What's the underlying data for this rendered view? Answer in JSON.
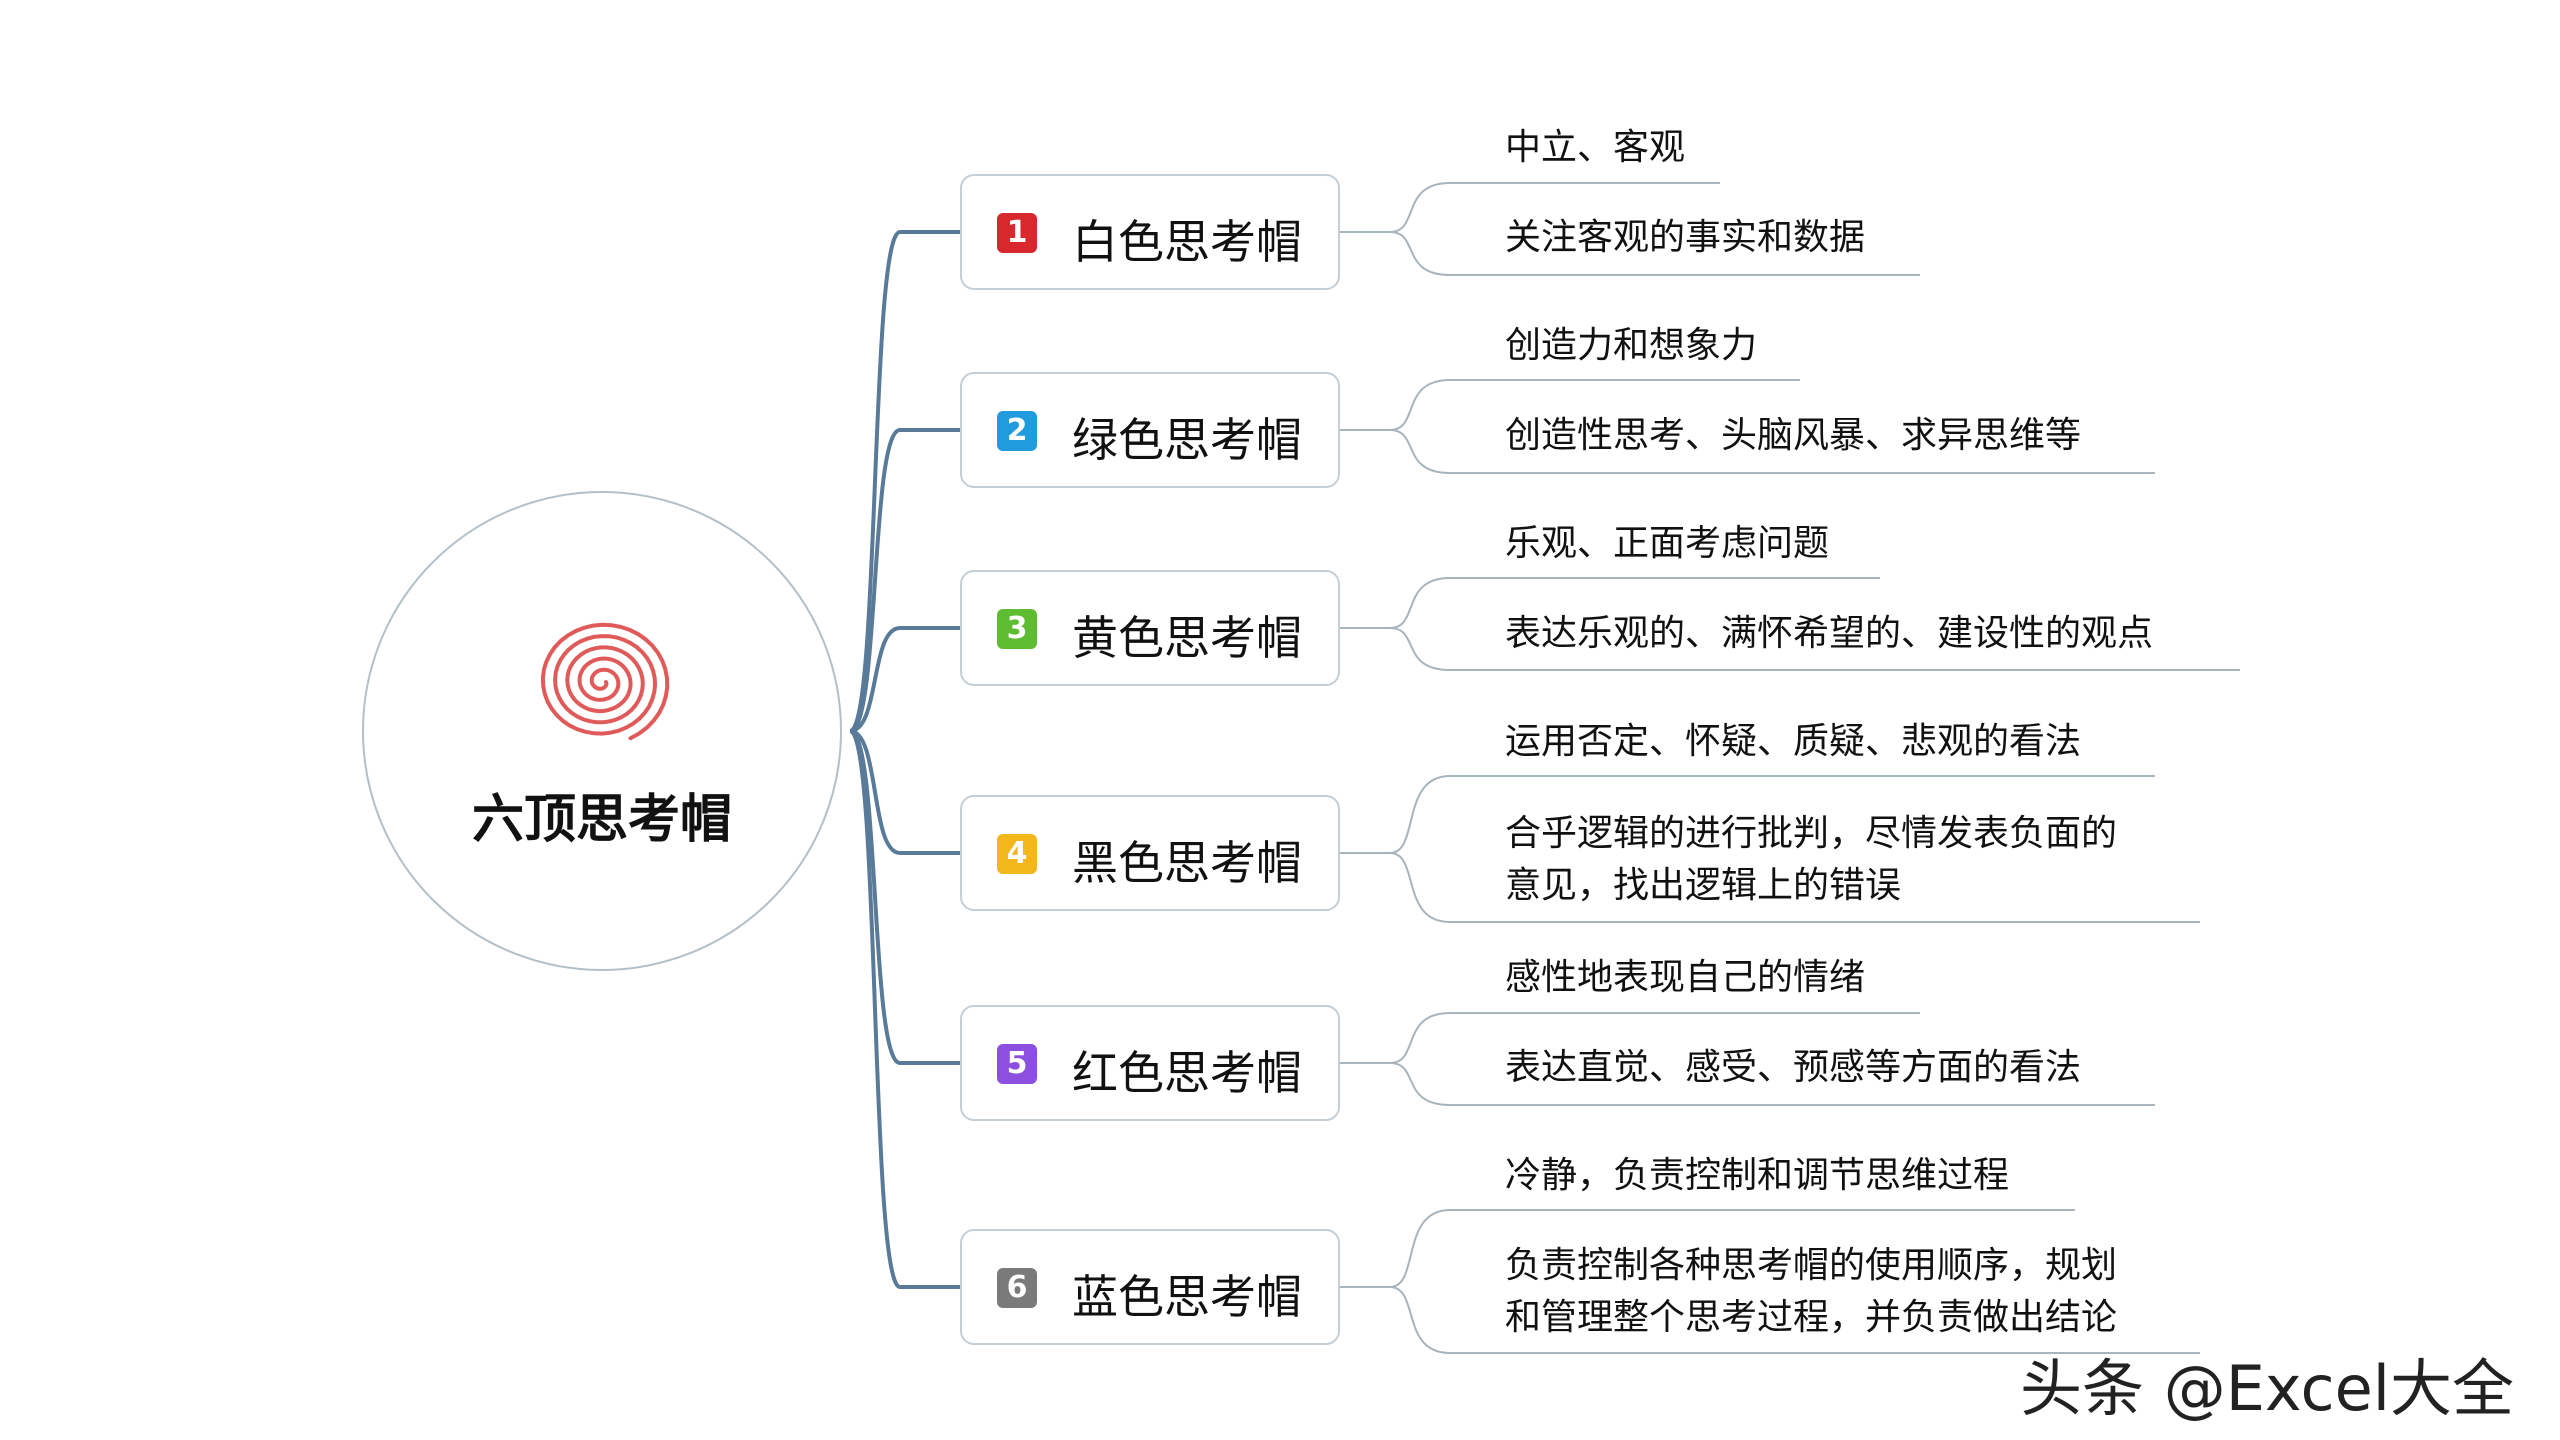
{
  "center": {
    "title": "六顶思考帽",
    "icon": "spiral-icon",
    "icon_color": "#e05a5a"
  },
  "hats": [
    {
      "number": "1",
      "label": "白色思考帽",
      "badge_color": "#d9272e",
      "leaves": [
        [
          "中立、客观"
        ],
        [
          "关注客观的事实和数据"
        ]
      ]
    },
    {
      "number": "2",
      "label": "绿色思考帽",
      "badge_color": "#1f9bde",
      "leaves": [
        [
          "创造力和想象力"
        ],
        [
          "创造性思考、头脑风暴、求异思维等"
        ]
      ]
    },
    {
      "number": "3",
      "label": "黄色思考帽",
      "badge_color": "#5ebc33",
      "leaves": [
        [
          "乐观、正面考虑问题"
        ],
        [
          "表达乐观的、满怀希望的、建设性的观点"
        ]
      ]
    },
    {
      "number": "4",
      "label": "黑色思考帽",
      "badge_color": "#f3b71c",
      "leaves": [
        [
          "运用否定、怀疑、质疑、悲观的看法"
        ],
        [
          "合乎逻辑的进行批判，尽情发表负面的",
          "意见，找出逻辑上的错误"
        ]
      ]
    },
    {
      "number": "5",
      "label": "红色思考帽",
      "badge_color": "#8c4fe0",
      "leaves": [
        [
          "感性地表现自己的情绪"
        ],
        [
          "表达直觉、感受、预感等方面的看法"
        ]
      ]
    },
    {
      "number": "6",
      "label": "蓝色思考帽",
      "badge_color": "#7a7a7a",
      "leaves": [
        [
          "冷静，负责控制和调节思维过程"
        ],
        [
          "负责控制各种思考帽的使用顺序，规划",
          "和管理整个思考过程，并负责做出结论"
        ]
      ]
    }
  ],
  "colors": {
    "trunk": "#5a7a99",
    "branch": "#a8b4bc",
    "box_border": "#c5ced4"
  },
  "watermark": "头条 @Excel大全"
}
